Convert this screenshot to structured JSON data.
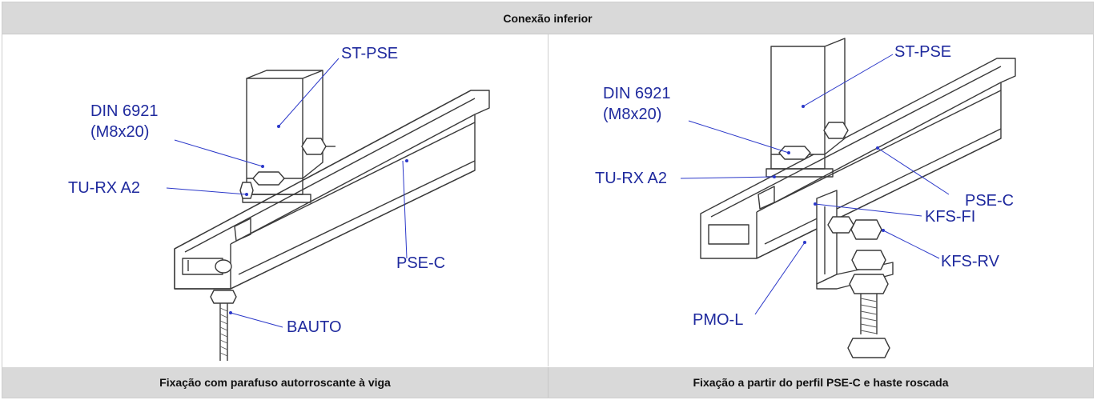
{
  "header": {
    "title": "Conexão inferior"
  },
  "left_figure": {
    "labels": {
      "st_pse": "ST-PSE",
      "din_line1": "DIN 6921",
      "din_line2": "(M8x20)",
      "tu_rx": "TU-RX A2",
      "pse_c": "PSE-C",
      "bauto": "BAUTO"
    },
    "caption": "Fixação com parafuso autorroscante à viga"
  },
  "right_figure": {
    "labels": {
      "st_pse": "ST-PSE",
      "din_line1": "DIN 6921",
      "din_line2": "(M8x20)",
      "tu_rx": "TU-RX A2",
      "pse_c": "PSE-C",
      "kfs_fi": "KFS-FI",
      "kfs_rv": "KFS-RV",
      "pmo_l": "PMO-L"
    },
    "caption": "Fixação a partir do perfil PSE-C e haste roscada"
  },
  "colors": {
    "label_blue": "#1f2a9e",
    "leader_blue": "#2b38c9",
    "header_gray": "#d9d9d9",
    "line_gray": "#3a3a3a"
  }
}
